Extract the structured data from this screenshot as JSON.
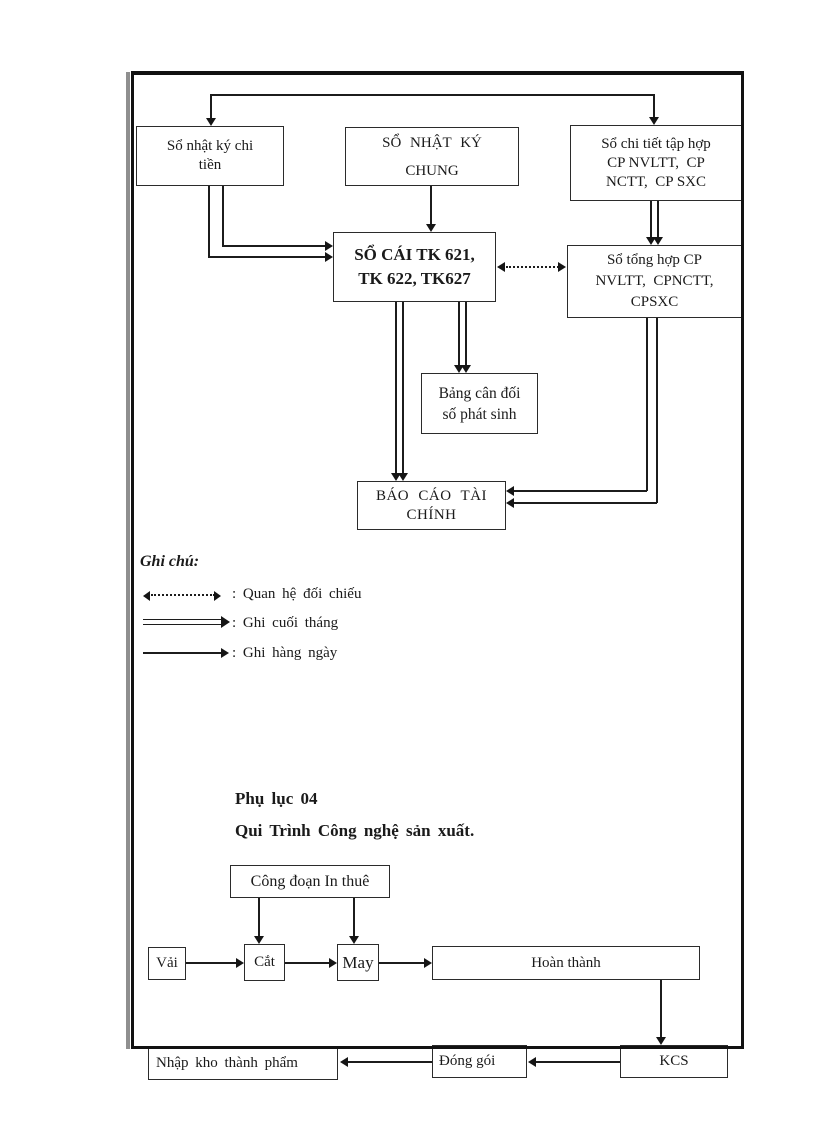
{
  "diagram1": {
    "boxes": {
      "journal_cash": "Sổ nhật ký chi\ntiền",
      "general_journal": "SỔ NHẬT KÝ\nCHUNG",
      "cost_detail": "Sổ chi tiết tập hợp\nCP NVLTT,  CP\nNCTT,  CP SXC",
      "general_ledger": "SỔ CÁI TK 621,\nTK 622, TK627",
      "cost_summary": "Sổ tổng hợp CP\nNVLTT,  CPNCTT,\nCPSXC",
      "trial_balance": "Bảng cân đối\nsố phát sinh",
      "financial_report": "BÁO CÁO TÀI\nCHÍNH"
    },
    "legend": {
      "title": "Ghi chú:",
      "items": [
        {
          "symbol": "dashed-double-headed-arrow",
          "label": ": Quan hệ đối chiếu"
        },
        {
          "symbol": "double-line-arrow",
          "label": ": Ghi cuối tháng"
        },
        {
          "symbol": "single-line-arrow",
          "label": ": Ghi hàng ngày"
        }
      ]
    }
  },
  "section2": {
    "appendix_label": "Phụ lục 04",
    "title": "Qui Trình Công nghệ sản xuất.",
    "boxes": {
      "in_thue": "Công đoạn In thuê",
      "vai": "Vải",
      "cat": "Cắt",
      "may": "May",
      "hoan_thanh": "Hoàn thành",
      "kcs": "KCS",
      "dong_goi": "Đóng gói",
      "nhap_kho": "Nhập kho thành phẩm"
    }
  }
}
